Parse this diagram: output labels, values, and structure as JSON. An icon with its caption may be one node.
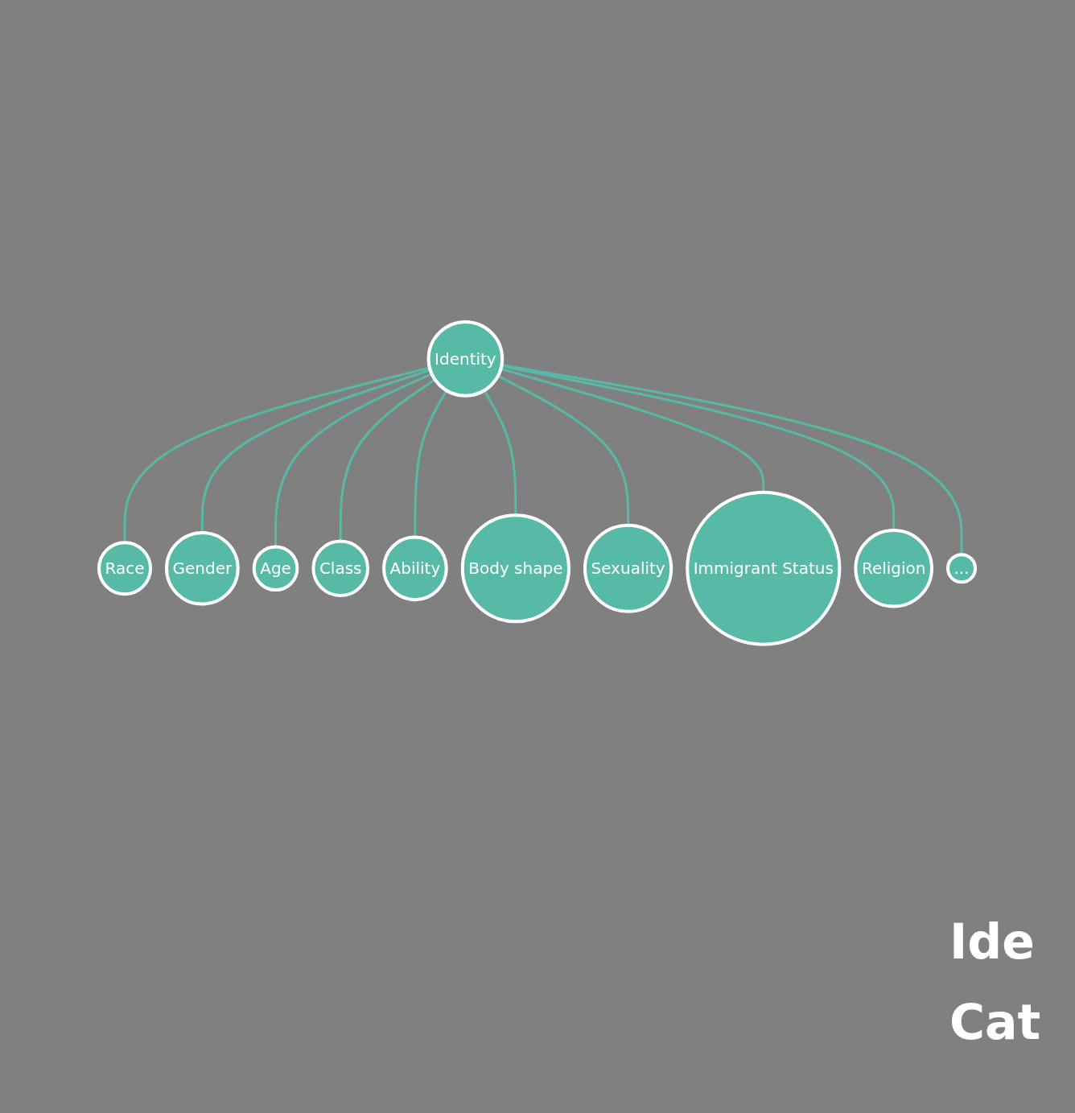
{
  "diagram": {
    "nodes": [
      {
        "text": [
          "Race"
        ]
      },
      {
        "text": [
          "..."
        ]
      },
      {
        "text": [
          "Gender"
        ]
      },
      {
        "text": [
          "Religion"
        ]
      },
      {
        "text": [
          "Age"
        ]
      },
      {
        "text": [
          "Identity"
        ]
      },
      {
        "text": [
          "Immigrant Status"
        ]
      },
      {
        "text": [
          "Class"
        ]
      },
      {
        "text": [
          "Sexuality"
        ]
      },
      {
        "text": [
          "Ability"
        ]
      },
      {
        "text": [
          "Body shape"
        ]
      }
    ],
    "edges": [
      {
        "from": 5,
        "to": 0,
        "arrow": "none"
      },
      {
        "from": 5,
        "to": 2,
        "arrow": "none"
      },
      {
        "from": 5,
        "to": 4,
        "arrow": "none"
      },
      {
        "from": 5,
        "to": 7,
        "arrow": "none"
      },
      {
        "from": 5,
        "to": 9,
        "arrow": "none"
      },
      {
        "from": 5,
        "to": 10,
        "arrow": "none"
      },
      {
        "from": 5,
        "to": 8,
        "arrow": "none"
      },
      {
        "from": 5,
        "to": 6,
        "arrow": "none"
      },
      {
        "from": 5,
        "to": 3,
        "arrow": "none"
      },
      {
        "from": 5,
        "to": 1,
        "arrow": "none"
      }
    ],
    "labels": [
      "Ide",
      "Cat"
    ]
  }
}
